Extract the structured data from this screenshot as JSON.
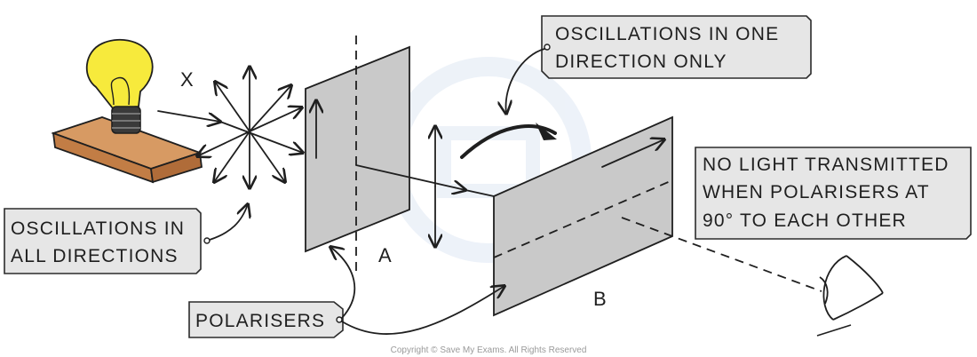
{
  "diagram": {
    "title": "Polarisation of light using two polarisers",
    "labels": {
      "source_marker": "X",
      "polariser_a": "A",
      "polariser_b": "B"
    },
    "callouts": {
      "all_directions": [
        "OSCILLATIONS IN",
        "ALL DIRECTIONS"
      ],
      "one_direction": [
        "OSCILLATIONS IN ONE",
        "DIRECTION ONLY"
      ],
      "no_light": [
        "NO LIGHT TRANSMITTED",
        "WHEN POLARISERS AT",
        "90° TO EACH OTHER"
      ],
      "polarisers": "POLARISERS"
    },
    "copyright": "Copyright © Save My Exams. All Rights Reserved",
    "colors": {
      "bulb": "#f7ea3c",
      "bulb_base": "#3a3a3a",
      "wood": "#c98a55",
      "plate": "#c9c9c9",
      "label_fill": "#e6e6e6",
      "watermark": "#dfe8f4"
    }
  }
}
